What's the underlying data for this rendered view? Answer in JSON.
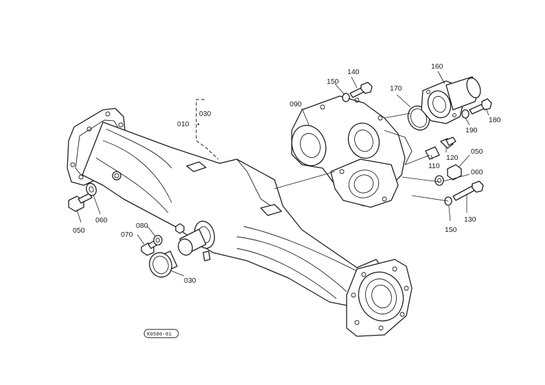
{
  "parts": [
    {
      "id": "p010",
      "number": "010"
    },
    {
      "id": "p030_top",
      "number": "030"
    },
    {
      "id": "p030_bottom",
      "number": "030"
    },
    {
      "id": "p050_left",
      "number": "050"
    },
    {
      "id": "p050_right",
      "number": "050"
    },
    {
      "id": "p060_left",
      "number": "060"
    },
    {
      "id": "p060_right",
      "number": "060"
    },
    {
      "id": "p070",
      "number": "070"
    },
    {
      "id": "p080",
      "number": "080"
    },
    {
      "id": "p090",
      "number": "090"
    },
    {
      "id": "p110",
      "number": "110"
    },
    {
      "id": "p120",
      "number": "120"
    },
    {
      "id": "p130",
      "number": "130"
    },
    {
      "id": "p140",
      "number": "140"
    },
    {
      "id": "p150_top",
      "number": "150"
    },
    {
      "id": "p150_bottom",
      "number": "150"
    },
    {
      "id": "p160",
      "number": "160"
    },
    {
      "id": "p170",
      "number": "170"
    },
    {
      "id": "p180",
      "number": "180"
    },
    {
      "id": "p190",
      "number": "190"
    }
  ],
  "drawing_ref": "K0580-01"
}
